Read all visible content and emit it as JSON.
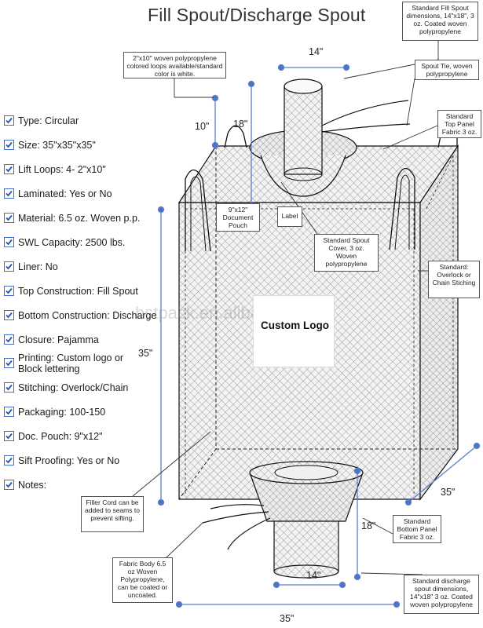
{
  "title": "Fill Spout/Discharge Spout",
  "specs": [
    {
      "text": "Type: Circular"
    },
    {
      "text": "Size: 35\"x35\"x35\""
    },
    {
      "text": "Lift Loops: 4- 2\"x10\""
    },
    {
      "text": "Laminated: Yes or No"
    },
    {
      "text": "Material: 6.5 oz. Woven p.p."
    },
    {
      "text": "SWL Capacity: 2500 lbs."
    },
    {
      "text": "Liner: No"
    },
    {
      "text": "Top Construction: Fill Spout"
    },
    {
      "text": "Bottom Construction: Discharge"
    },
    {
      "text": "Closure: Pajamma"
    },
    {
      "text": "Printing: Custom logo or",
      "text2": "Block lettering"
    },
    {
      "text": "Stitching: Overlock/Chain"
    },
    {
      "text": "Packaging: 100-150"
    },
    {
      "text": "Doc. Pouch: 9\"x12\""
    },
    {
      "text": "Sift Proofing: Yes or No"
    },
    {
      "text": "Notes:"
    }
  ],
  "callouts": {
    "fill_spout": "Standard Fill Spout dimensions, 14\"x18\", 3 oz. Coated woven polypropylene",
    "loops": "2\"x10\" woven polypropylene colored loops available/standard color is white.",
    "spout_tie": "Spout Tie, woven polypropylene",
    "top_panel": "Standard Top Panel Fabric 3 oz.",
    "pouch": "9\"x12\" Document Pouch",
    "label": "Label",
    "spout_cover": "Standard Spout Cover, 3 oz. Woven polypropylene",
    "overlock": "Standard: Overlock or Chain Stiching",
    "filler_cord": "Filler Cord can be added to seams to prevent sifting.",
    "bottom_panel": "Standard Bottom Panel Fabric 3 oz.",
    "fabric_body": "Fabric Body 6.5 oz Woven Polypropylene, can be coated or uncoated.",
    "discharge": "Standard discharge spout dimensions, 14\"x18\" 3 oz. Coated woven polypropylene"
  },
  "dimensions": {
    "top_spout_width": "14\"",
    "loop_height": "10\"",
    "top_spout_height": "18\"",
    "bag_height": "35\"",
    "bag_depth": "35\"",
    "bottom_spout_height": "18\"",
    "bottom_spout_width": "14\"",
    "bag_width": "35\""
  },
  "logo": "Custom Logo",
  "watermark": "bstpack.en.alibaba.com",
  "colors": {
    "checkbox": "#3b6fd1",
    "dim_line": "#5b7fc9",
    "dot": "#4a74c9",
    "outline": "#111111"
  }
}
